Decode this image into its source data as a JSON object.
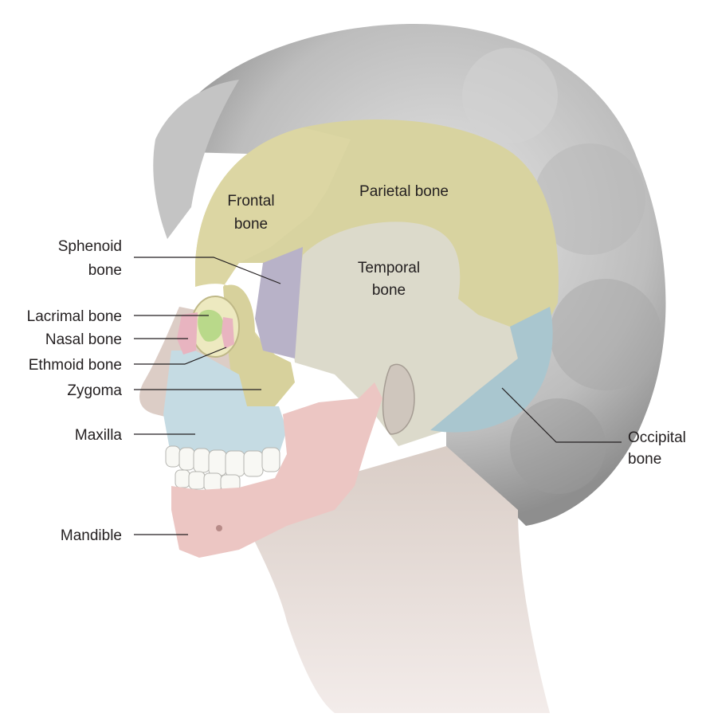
{
  "labels": {
    "frontal": [
      "Frontal",
      "bone"
    ],
    "parietal": "Parietal bone",
    "temporal": [
      "Temporal",
      "bone"
    ],
    "sphenoid": [
      "Sphenoid",
      "bone"
    ],
    "lacrimal": "Lacrimal bone",
    "nasal": "Nasal bone",
    "ethmoid": "Ethmoid bone",
    "zygoma": "Zygoma",
    "maxilla": "Maxilla",
    "mandible": "Mandible",
    "occipital": [
      "Occipital",
      "bone"
    ]
  },
  "colors": {
    "frontal": "#d8d3a0",
    "parietal": "#d8d3a0",
    "temporal": "#dcdacb",
    "sphenoid": "#b8b2c8",
    "occipital": "#a9c6cf",
    "maxilla": "#c5dbe3",
    "mandible": "#ecc6c3",
    "lacrimal": "#b9d98a",
    "nasal": "#e8b4c0",
    "ethmoid": "#e8b4c0",
    "hair": "#c9c9c9",
    "skin": "#d2c6bf"
  }
}
